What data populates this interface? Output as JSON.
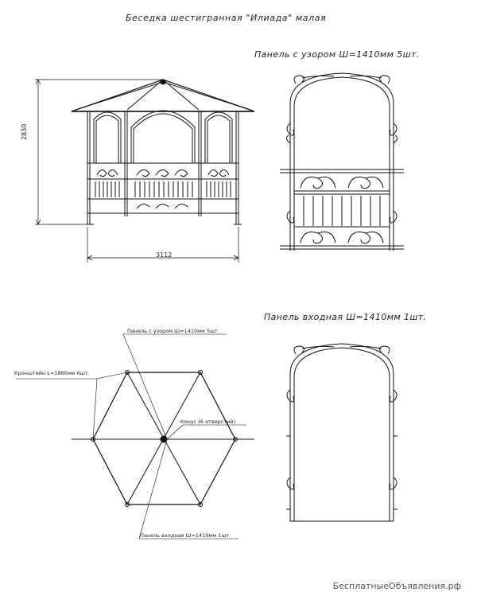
{
  "title": "Беседка шестигранная \"Илиада\" малая",
  "panel_pattern_title": "Панель с узором Ш=1410мм 5шт.",
  "panel_entry_title": "Панель входная Ш=1410мм 1шт.",
  "dimensions": {
    "height": "2830",
    "width": "3112"
  },
  "plan_labels": {
    "pattern_panel": "Панель с узором Ш=1410мм 5шт.",
    "bracket": "Кронштейн L=1860мм 6шт.",
    "cone": "Конус (6 отверстий)",
    "entry_panel": "Панель входная Ш=1410мм 1шт."
  },
  "watermark": "БесплатныеОбъявления.рф"
}
